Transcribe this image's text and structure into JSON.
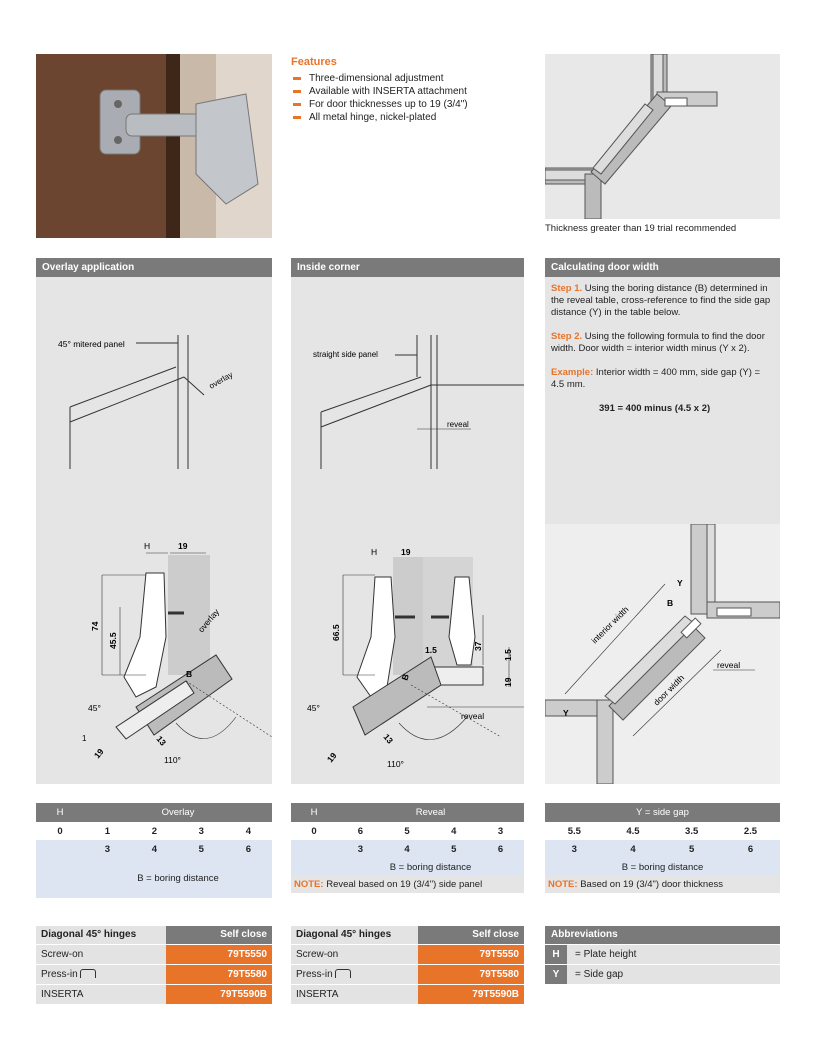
{
  "features": {
    "title": "Features",
    "items": [
      "Three-dimensional adjustment",
      "Available with INSERTA attachment",
      "For door thicknesses up to 19 (3/4\")",
      "All metal hinge, nickel-plated"
    ]
  },
  "top_caption": "Thickness greater than 19 trial recommended",
  "overlay_panel": {
    "title": "Overlay application",
    "labels": {
      "mitered": "45° mitered panel",
      "overlay_small": "overlay",
      "H": "H",
      "dim19": "19",
      "dim74": "74",
      "dim455": "45.5",
      "overlay": "overlay",
      "B": "B",
      "deg45": "45°",
      "dim1": "1",
      "dim19b": "19",
      "dim13": "13",
      "deg110": "110°"
    }
  },
  "inside_panel": {
    "title": "Inside corner",
    "labels": {
      "straight": "straight side panel",
      "reveal_small": "reveal",
      "H": "H",
      "dim19": "19",
      "dim665": "66.5",
      "dim15a": "1.5",
      "dim37": "37",
      "dim15b": "1.5",
      "dim19r": "19",
      "B": "B",
      "reveal": "reveal",
      "deg45": "45°",
      "dim13": "13",
      "dim19b": "19",
      "deg110": "110°"
    }
  },
  "calc_panel": {
    "title": "Calculating door width",
    "step1_label": "Step 1.",
    "step1_text": "Using the boring distance (B) determined in the reveal table, cross-reference to find the side gap distance (Y) in the table below.",
    "step2_label": "Step 2.",
    "step2_text": "Using the following formula to find the door width. Door width = interior width minus (Y x 2).",
    "example_label": "Example:",
    "example_text": "Interior width = 400 mm, side gap (Y) = 4.5 mm.",
    "formula": "391 = 400 minus (4.5 x 2)",
    "labels": {
      "interior": "interior width",
      "door": "door width",
      "reveal": "reveal",
      "Y1": "Y",
      "B": "B",
      "Y2": "Y"
    }
  },
  "overlay_table": {
    "h_header": "H",
    "header": "Overlay",
    "h_value": "0",
    "row1": [
      "1",
      "2",
      "3",
      "4"
    ],
    "row2": [
      "3",
      "4",
      "5",
      "6"
    ],
    "footer": "B = boring distance"
  },
  "reveal_table": {
    "h_header": "H",
    "header": "Reveal",
    "h_value": "0",
    "row1": [
      "6",
      "5",
      "4",
      "3"
    ],
    "row2": [
      "3",
      "4",
      "5",
      "6"
    ],
    "footer": "B = boring distance",
    "note_label": "NOTE:",
    "note_text": "Reveal based on 19 (3/4\") side panel"
  },
  "sidegap_table": {
    "header": "Y = side gap",
    "row1": [
      "5.5",
      "4.5",
      "3.5",
      "2.5"
    ],
    "row2": [
      "3",
      "4",
      "5",
      "6"
    ],
    "footer": "B = boring distance",
    "note_label": "NOTE:",
    "note_text": "Based on 19 (3/4\") door thickness"
  },
  "order1": {
    "head_left": "Diagonal 45° hinges",
    "head_right": "Self close",
    "rows": [
      {
        "name": "Screw-on",
        "code": "79T5550"
      },
      {
        "name": "Press-in",
        "code": "79T5580"
      },
      {
        "name": "INSERTA",
        "code": "79T5590B"
      }
    ]
  },
  "order2": {
    "head_left": "Diagonal 45° hinges",
    "head_right": "Self close",
    "rows": [
      {
        "name": "Screw-on",
        "code": "79T5550"
      },
      {
        "name": "Press-in",
        "code": "79T5580"
      },
      {
        "name": "INSERTA",
        "code": "79T5590B"
      }
    ]
  },
  "abbreviations": {
    "title": "Abbreviations",
    "items": [
      {
        "key": "H",
        "value": "=   Plate height"
      },
      {
        "key": "Y",
        "value": "=   Side gap"
      }
    ]
  }
}
